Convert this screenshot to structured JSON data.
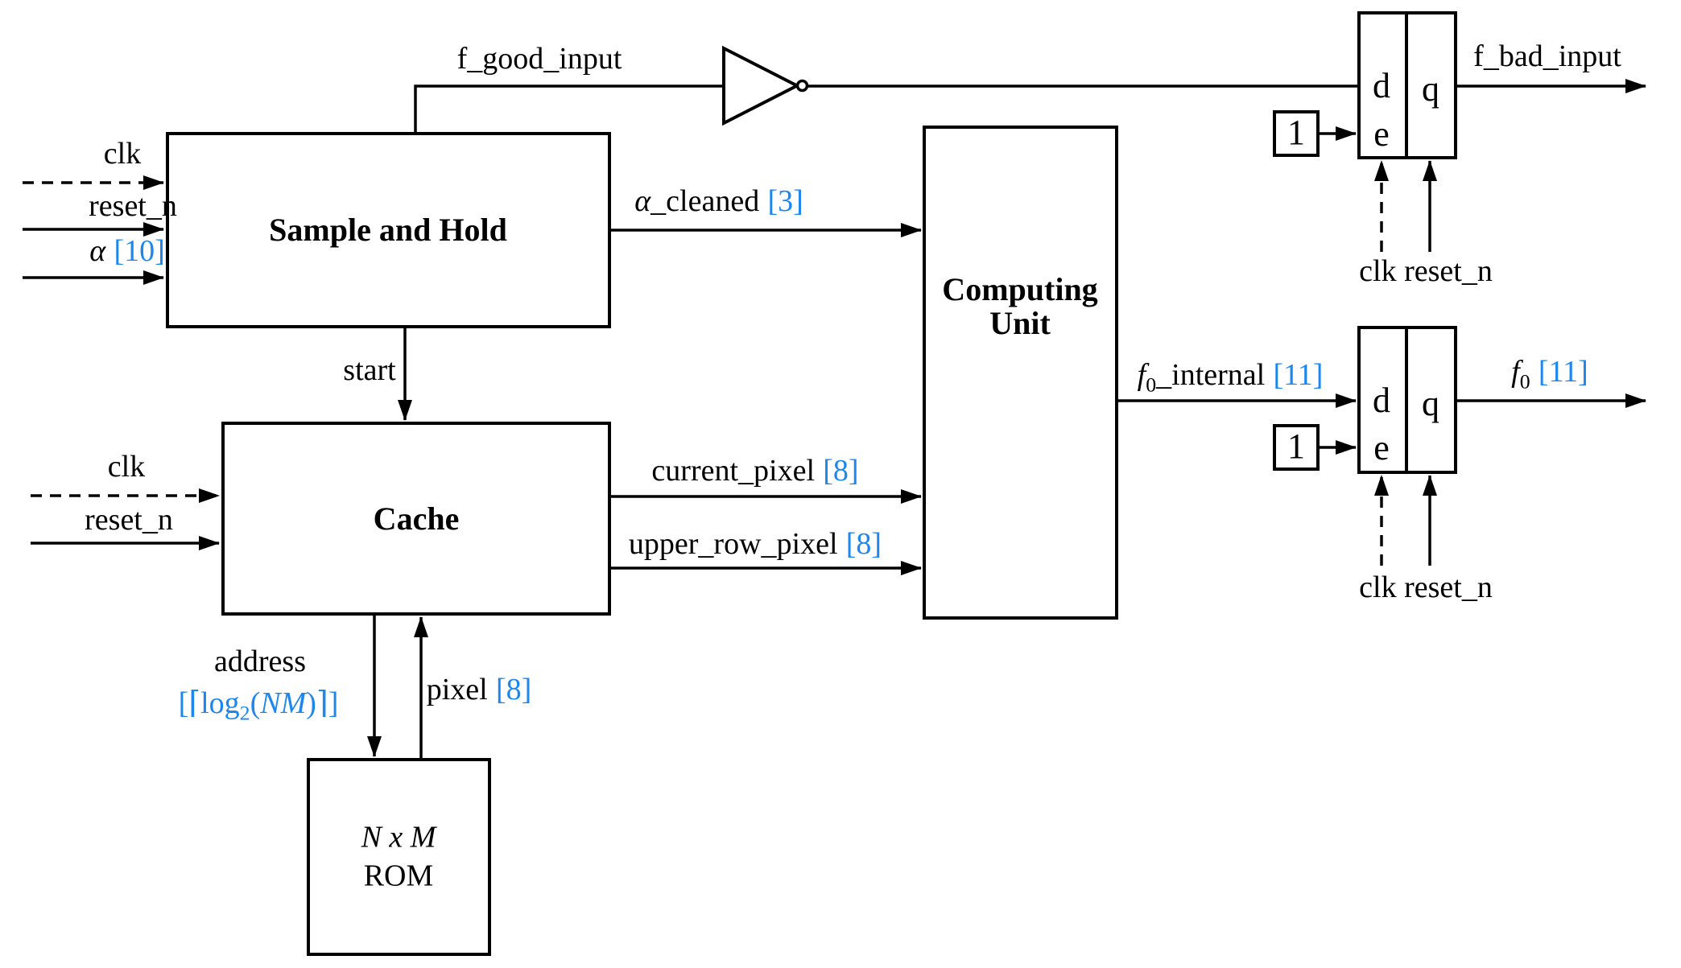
{
  "diagram": {
    "background": "#ffffff",
    "line_color": "#000000",
    "accent_blue": "#1e87ee"
  },
  "blocks": {
    "sample_and_hold": {
      "title": "Sample and Hold"
    },
    "cache": {
      "title": "Cache"
    },
    "computing_unit": {
      "title_line1": "Computing",
      "title_line2": "Unit"
    },
    "rom": {
      "title_line1": "N x M",
      "title_line2": "ROM"
    },
    "ff_top": {
      "port_d": "d",
      "port_e": "e",
      "port_q": "q",
      "enable_const": "1",
      "clk_reset_label": "clk reset_n"
    },
    "ff_bottom": {
      "port_d": "d",
      "port_e": "e",
      "port_q": "q",
      "enable_const": "1",
      "clk_reset_label": "clk reset_n"
    }
  },
  "signals": {
    "sh_clk": "clk",
    "sh_reset_n": "reset_n",
    "alpha": {
      "name": "α",
      "width": "[10]"
    },
    "f_good_input": "f_good_input",
    "alpha_cleaned": {
      "alpha": "α",
      "rest": "_cleaned",
      "width": "[3]"
    },
    "start": "start",
    "cache_clk": "clk",
    "cache_reset_n": "reset_n",
    "current_pixel": {
      "name": "current_pixel",
      "width": "[8]"
    },
    "upper_row_pixel": {
      "name": "upper_row_pixel",
      "width": "[8]"
    },
    "address": {
      "name": "address",
      "width_open": "[⌈log",
      "width_sub": "2",
      "width_mid": "(",
      "width_nm": "NM",
      "width_close": ")⌉]"
    },
    "pixel": {
      "name": "pixel",
      "width": "[8]"
    },
    "f0_internal": {
      "f": "f",
      "sub": "0",
      "rest": "_internal",
      "width": "[11]"
    },
    "f_bad_input": "f_bad_input",
    "f0_out": {
      "f": "f",
      "sub": "0",
      "width": "[11]"
    }
  }
}
